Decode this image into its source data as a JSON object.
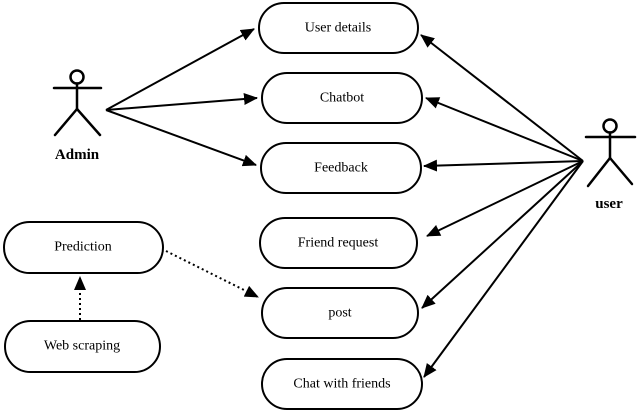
{
  "diagram": {
    "type": "uml-use-case",
    "colors": {
      "background": "#ffffff",
      "line": "#000000",
      "node_fill": "#ffffff"
    },
    "actors": {
      "admin": {
        "label": "Admin"
      },
      "user": {
        "label": "user"
      }
    },
    "use_cases": {
      "user_details": {
        "label": "User details"
      },
      "chatbot": {
        "label": "Chatbot"
      },
      "feedback": {
        "label": "Feedback"
      },
      "friend_request": {
        "label": "Friend request"
      },
      "post": {
        "label": "post"
      },
      "chat_with_friends": {
        "label": "Chat with friends"
      },
      "prediction": {
        "label": "Prediction"
      },
      "web_scraping": {
        "label": "Web scraping"
      }
    },
    "associations": {
      "admin": [
        "User details",
        "Chatbot",
        "Feedback"
      ],
      "user": [
        "User details",
        "Chatbot",
        "Feedback",
        "Friend request",
        "post",
        "Chat with friends"
      ],
      "dotted": [
        {
          "from": "Web scraping",
          "to": "Prediction"
        },
        {
          "from": "Prediction",
          "to": "post"
        }
      ]
    }
  }
}
